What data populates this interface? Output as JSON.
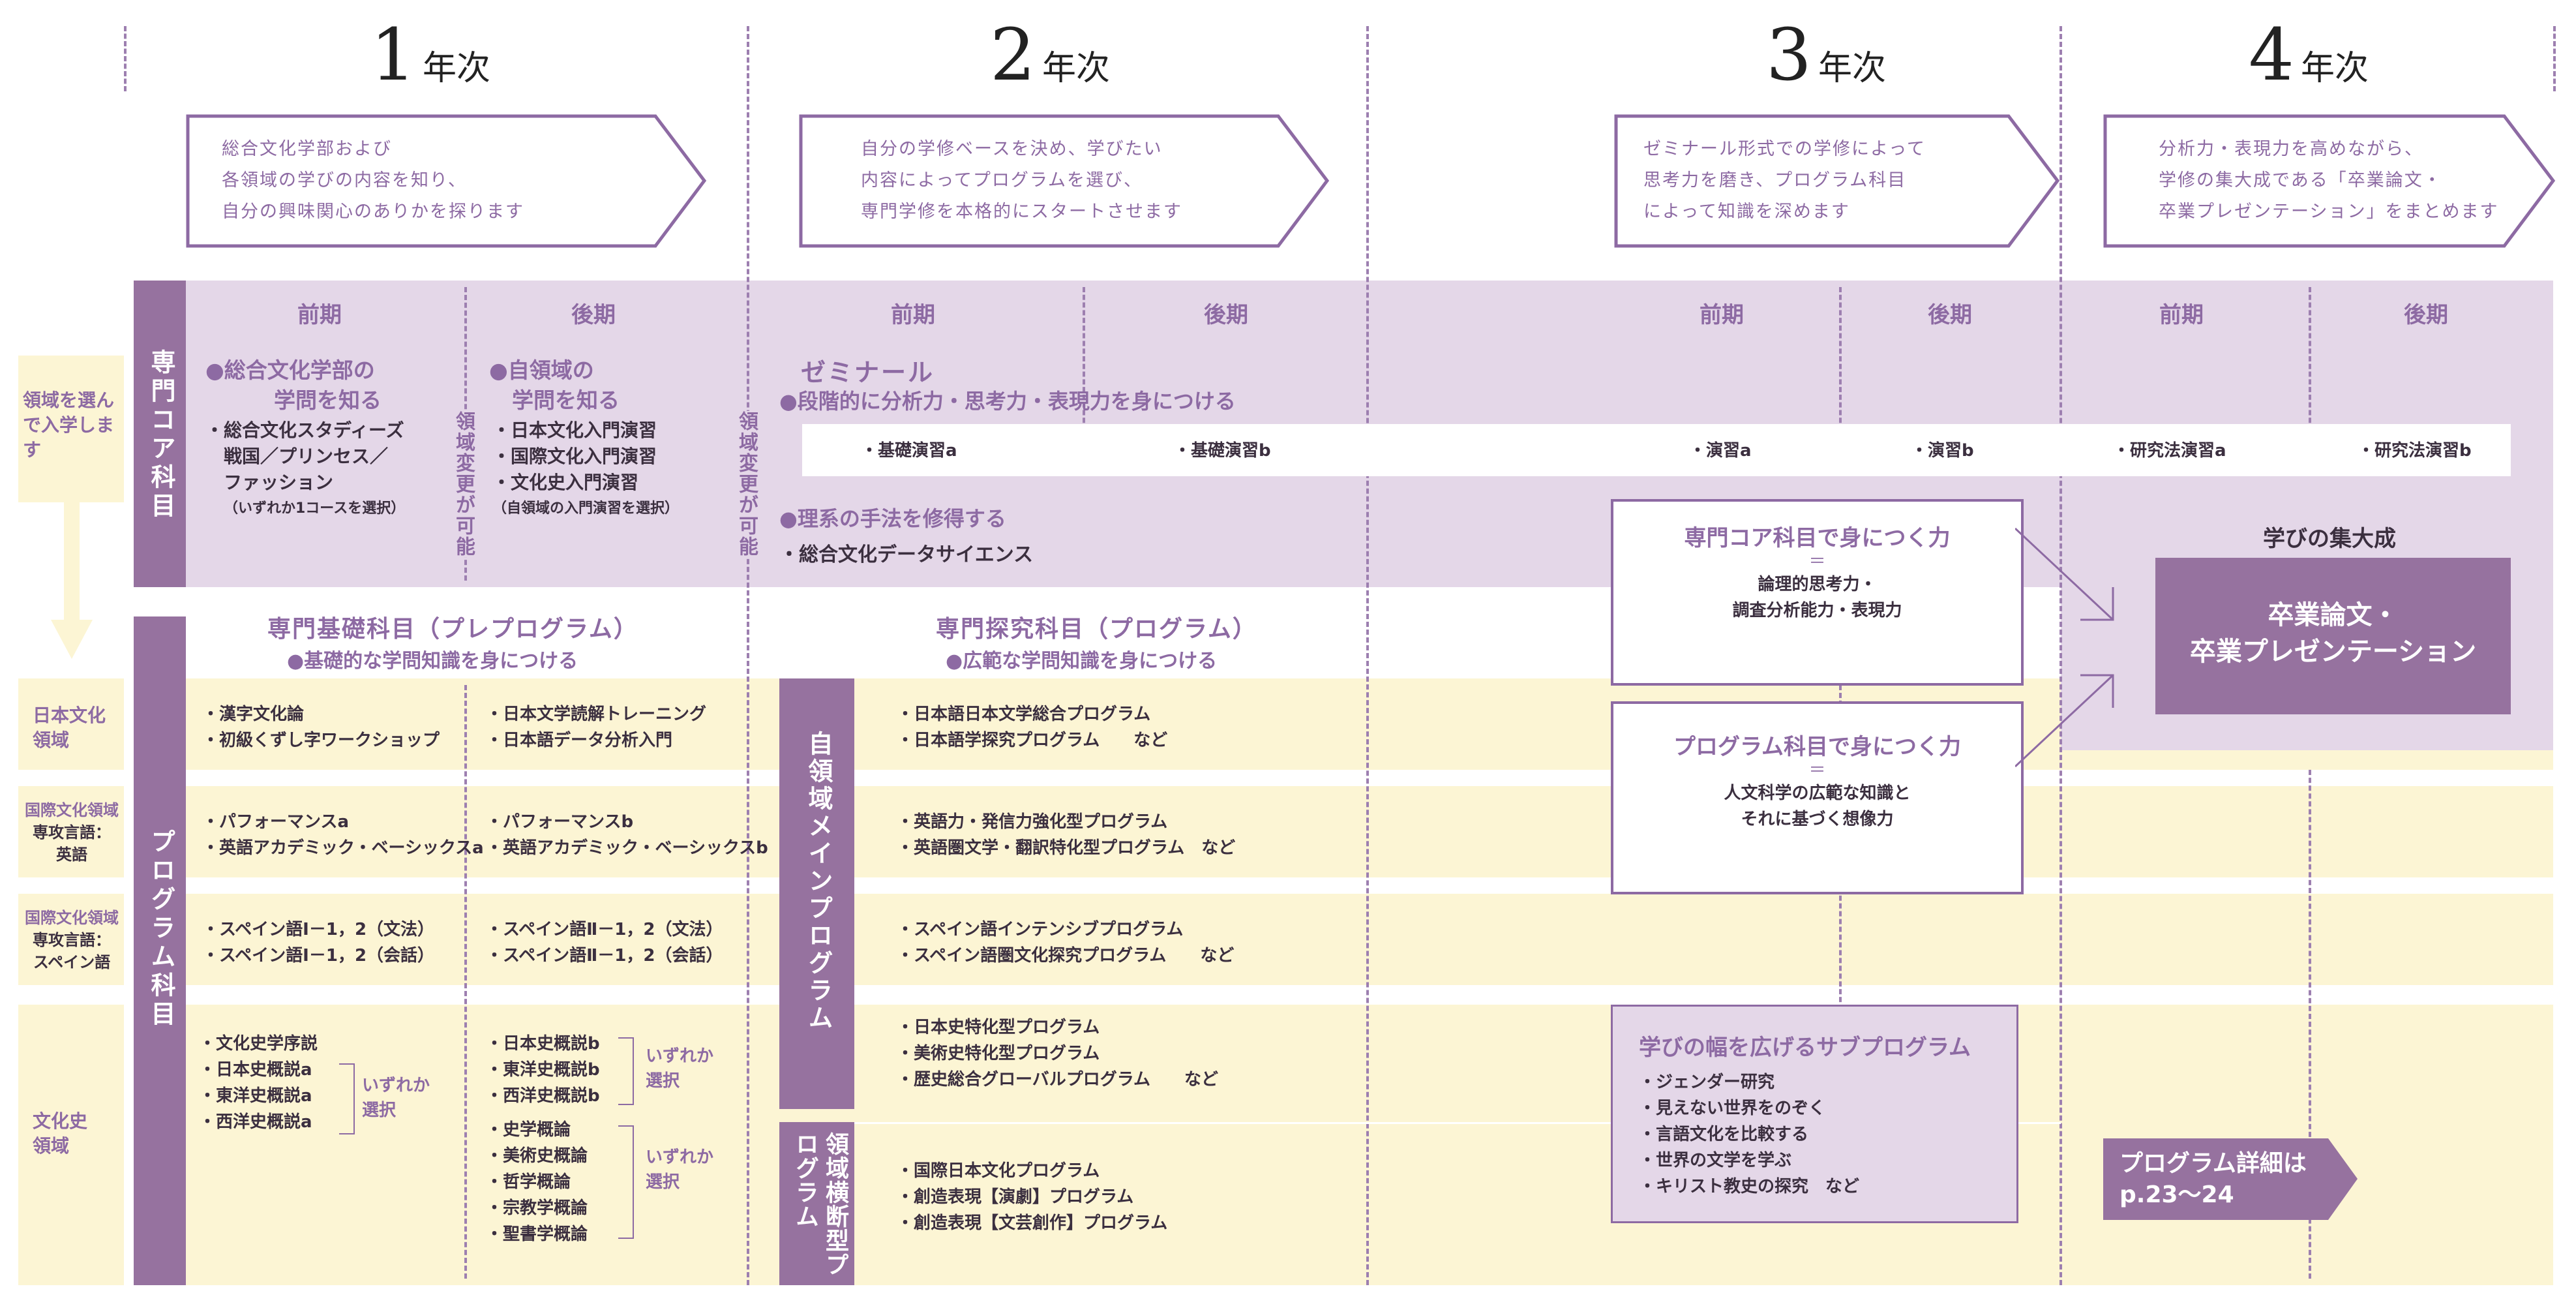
{
  "years": [
    {
      "num": "1",
      "label": "年次"
    },
    {
      "num": "2",
      "label": "年次"
    },
    {
      "num": "3",
      "label": "年次"
    },
    {
      "num": "4",
      "label": "年次"
    }
  ],
  "year_desc": [
    [
      "総合文化学部および",
      "各領域の学びの内容を知り、",
      "自分の興味関心のありかを探ります"
    ],
    [
      "自分の学修ベースを決め、学びたい",
      "内容によってプログラムを選び、",
      "専門学修を本格的にスタートさせます"
    ],
    [
      "ゼミナール形式での学修によって",
      "思考力を磨き、プログラム科目",
      "によって知識を深めます"
    ],
    [
      "分析力・表現力を高めながら、",
      "学修の集大成である「卒業論文・",
      "卒業プレゼンテーション」をまとめます"
    ]
  ],
  "terms": [
    "前期",
    "後期",
    "前期",
    "後期",
    "前期",
    "後期",
    "前期",
    "後期"
  ],
  "left_note": "領域を選んで入学します",
  "core": {
    "label": "専門コア科目",
    "y1_first_title": [
      "●総合文化学部の",
      "学問を知る"
    ],
    "y1_first_items": [
      "・総合文化スタディーズ",
      "戦国／プリンセス／",
      "ファッション"
    ],
    "y1_first_note": "（いずれか1コースを選択）",
    "y1_second_title": [
      "●自領域の",
      "学問を知る"
    ],
    "y1_second_items": [
      "・日本文化入門演習",
      "・国際文化入門演習",
      "・文化史入門演習"
    ],
    "y1_second_note": "（自領域の入門演習を選択）",
    "change_note": "領域変更が可能",
    "seminar_title": "ゼミナール",
    "seminar_sub": "●段階的に分析力・思考力・表現力を身につける",
    "seminars": [
      "・基礎演習a",
      "・基礎演習b",
      "・演習a",
      "・演習b",
      "・研究法演習a",
      "・研究法演習b"
    ],
    "science_title": "●理系の手法を修得する",
    "science_item": "・総合文化データサイエンス"
  },
  "program": {
    "label": "プログラム科目",
    "pre_title": "専門基礎科目（プレプログラム）",
    "pre_sub": "●基礎的な学問知識を身につける",
    "main_title": "専門探究科目（プログラム）",
    "main_sub": "●広範な学問知識を身につける",
    "own_label": "自領域メインプログラム",
    "cross_label": "領域横断型プログラム"
  },
  "rows": [
    {
      "label": [
        "日本文化",
        "領域"
      ],
      "first": [
        "・漢字文化論",
        "・初級くずし字ワークショップ"
      ],
      "second": [
        "・日本文学読解トレーニング",
        "・日本語データ分析入門"
      ],
      "programs": [
        "・日本語日本文学総合プログラム",
        "・日本語学探究プログラム　　など"
      ]
    },
    {
      "label": [
        "国際文化領域",
        "専攻言語：",
        "英語"
      ],
      "first": [
        "・パフォーマンスa",
        "・英語アカデミック・ベーシックスa"
      ],
      "second": [
        "・パフォーマンスb",
        "・英語アカデミック・ベーシックスb"
      ],
      "programs": [
        "・英語力・発信力強化型プログラム",
        "・英語圏文学・翻訳特化型プログラム　など"
      ]
    },
    {
      "label": [
        "国際文化領域",
        "専攻言語：",
        "スペイン語"
      ],
      "first": [
        "・スペイン語Ⅰ－1，2（文法）",
        "・スペイン語Ⅰ－1，2（会話）"
      ],
      "second": [
        "・スペイン語Ⅱ－1，2（文法）",
        "・スペイン語Ⅱ－1，2（会話）"
      ],
      "programs": [
        "・スペイン語インテンシブプログラム",
        "・スペイン語圏文化探究プログラム　　など"
      ]
    },
    {
      "label": [
        "文化史",
        "領域"
      ],
      "first": [
        "・文化史学序説",
        "・日本史概説a",
        "・東洋史概説a",
        "・西洋史概説a"
      ],
      "second_a": [
        "・日本史概説b",
        "・東洋史概説b",
        "・西洋史概説b"
      ],
      "second_b": [
        "・史学概論",
        "・美術史概論",
        "・哲学概論",
        "・宗教学概論",
        "・聖書学概論"
      ],
      "programs": [
        "・日本史特化型プログラム",
        "・美術史特化型プログラム",
        "・歴史総合グローバルプログラム　　など"
      ]
    }
  ],
  "either_choice": [
    "いずれか",
    "選択"
  ],
  "cross_programs": [
    "・国際日本文化プログラム",
    "・創造表現【演劇】プログラム",
    "・創造表現【文芸創作】プログラム"
  ],
  "core_power": {
    "title": "専門コア科目で身につく力",
    "eq": "＝",
    "lines": [
      "論理的思考力・",
      "調査分析能力・表現力"
    ]
  },
  "program_power": {
    "title": "プログラム科目で身につく力",
    "eq": "＝",
    "lines": [
      "人文科学の広範な知識と",
      "それに基づく想像力"
    ]
  },
  "culmination": {
    "heading": "学びの集大成",
    "lines": [
      "卒業論文・",
      "卒業プレゼンテーション"
    ]
  },
  "sub_program": {
    "title": "学びの幅を広げるサブプログラム",
    "items": [
      "・ジェンダー研究",
      "・見えない世界をのぞく",
      "・言語文化を比較する",
      "・世界の文学を学ぶ",
      "・キリスト教史の探究　など"
    ]
  },
  "detail_tag": [
    "プログラム詳細は",
    "p.23～24"
  ]
}
